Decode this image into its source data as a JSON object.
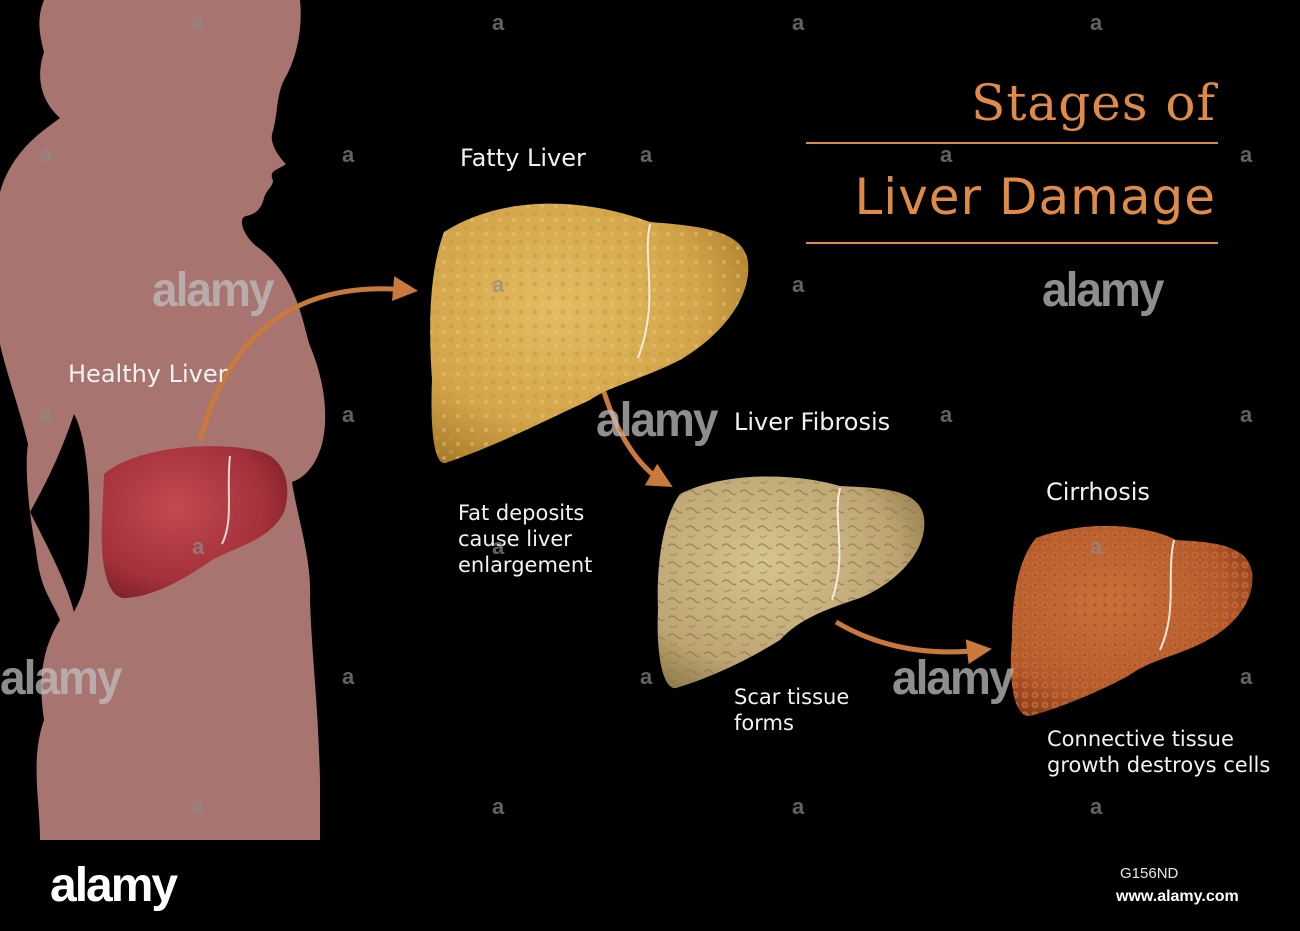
{
  "title": {
    "line1": "Stages of",
    "line2": "Liver Damage"
  },
  "stages": {
    "healthy": {
      "label": "Healthy Liver"
    },
    "fatty": {
      "label": "Fatty Liver",
      "description": "Fat deposits cause liver enlargement"
    },
    "fibrosis": {
      "label": "Liver Fibrosis",
      "description": "Scar tissue forms"
    },
    "cirrhosis": {
      "label": "Cirrhosis",
      "description": "Connective tissue growth destroys cells"
    }
  },
  "watermark": {
    "text": "alamy",
    "glyph": "a"
  },
  "footer": {
    "brand": "alamy",
    "image_code": "G156ND",
    "url": "www.alamy.com"
  },
  "colors": {
    "background": "#000000",
    "silhouette": "#a87470",
    "accent": "#e08a48",
    "healthy_liver": "#a8343c",
    "fatty_liver": "#d4a84a",
    "fibrosis_liver": "#c2ad78",
    "cirrhosis_liver": "#b55a2a"
  }
}
